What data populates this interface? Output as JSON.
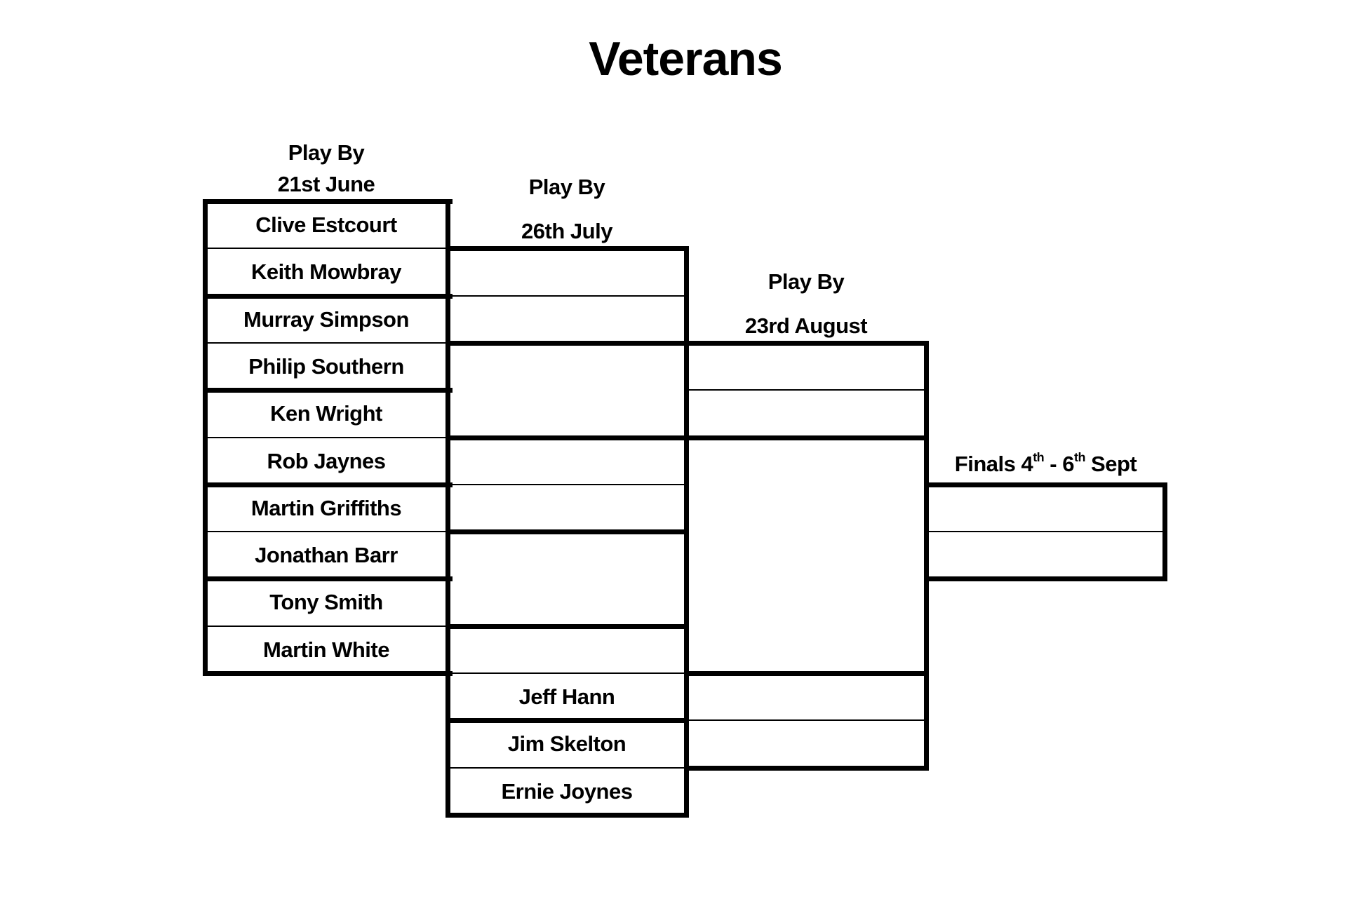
{
  "title": "Veterans",
  "rounds": {
    "round1": {
      "header_line1": "Play By",
      "header_line2": "21st June",
      "players": [
        "Clive Estcourt",
        "Keith Mowbray",
        "Murray Simpson",
        "Philip Southern",
        "Ken Wright",
        "Rob Jaynes",
        "Martin Griffiths",
        "Jonathan Barr",
        "Tony Smith",
        "Martin White"
      ]
    },
    "round2": {
      "header_line1": "Play By",
      "header_line2": "26th July",
      "entrants": [
        "Jeff Hann",
        "Jim Skelton",
        "Ernie Joynes"
      ]
    },
    "round3": {
      "header_line1": "Play By",
      "header_line2": "23rd August"
    },
    "finals": {
      "label_part1": "Finals 4",
      "label_sup1": "th",
      "label_part2": " - 6",
      "label_sup2": "th",
      "label_part3": " Sept"
    }
  },
  "matches": {
    "round1": [
      [
        "Clive Estcourt",
        "Keith Mowbray"
      ],
      [
        "Murray Simpson",
        "Philip Southern"
      ],
      [
        "Ken Wright",
        "Rob Jaynes"
      ],
      [
        "Martin Griffiths",
        "Jonathan Barr"
      ],
      [
        "Tony Smith",
        "Martin White"
      ]
    ],
    "round2": [
      [
        "",
        ""
      ],
      [
        "",
        ""
      ],
      [
        "",
        "Jeff Hann"
      ],
      [
        "Jim Skelton",
        "Ernie Joynes"
      ]
    ],
    "round3": [
      [
        "",
        ""
      ],
      [
        "",
        ""
      ]
    ],
    "finals": [
      [
        "",
        ""
      ]
    ]
  },
  "colors": {
    "line": "#000000",
    "text": "#000000",
    "background": "#ffffff"
  }
}
